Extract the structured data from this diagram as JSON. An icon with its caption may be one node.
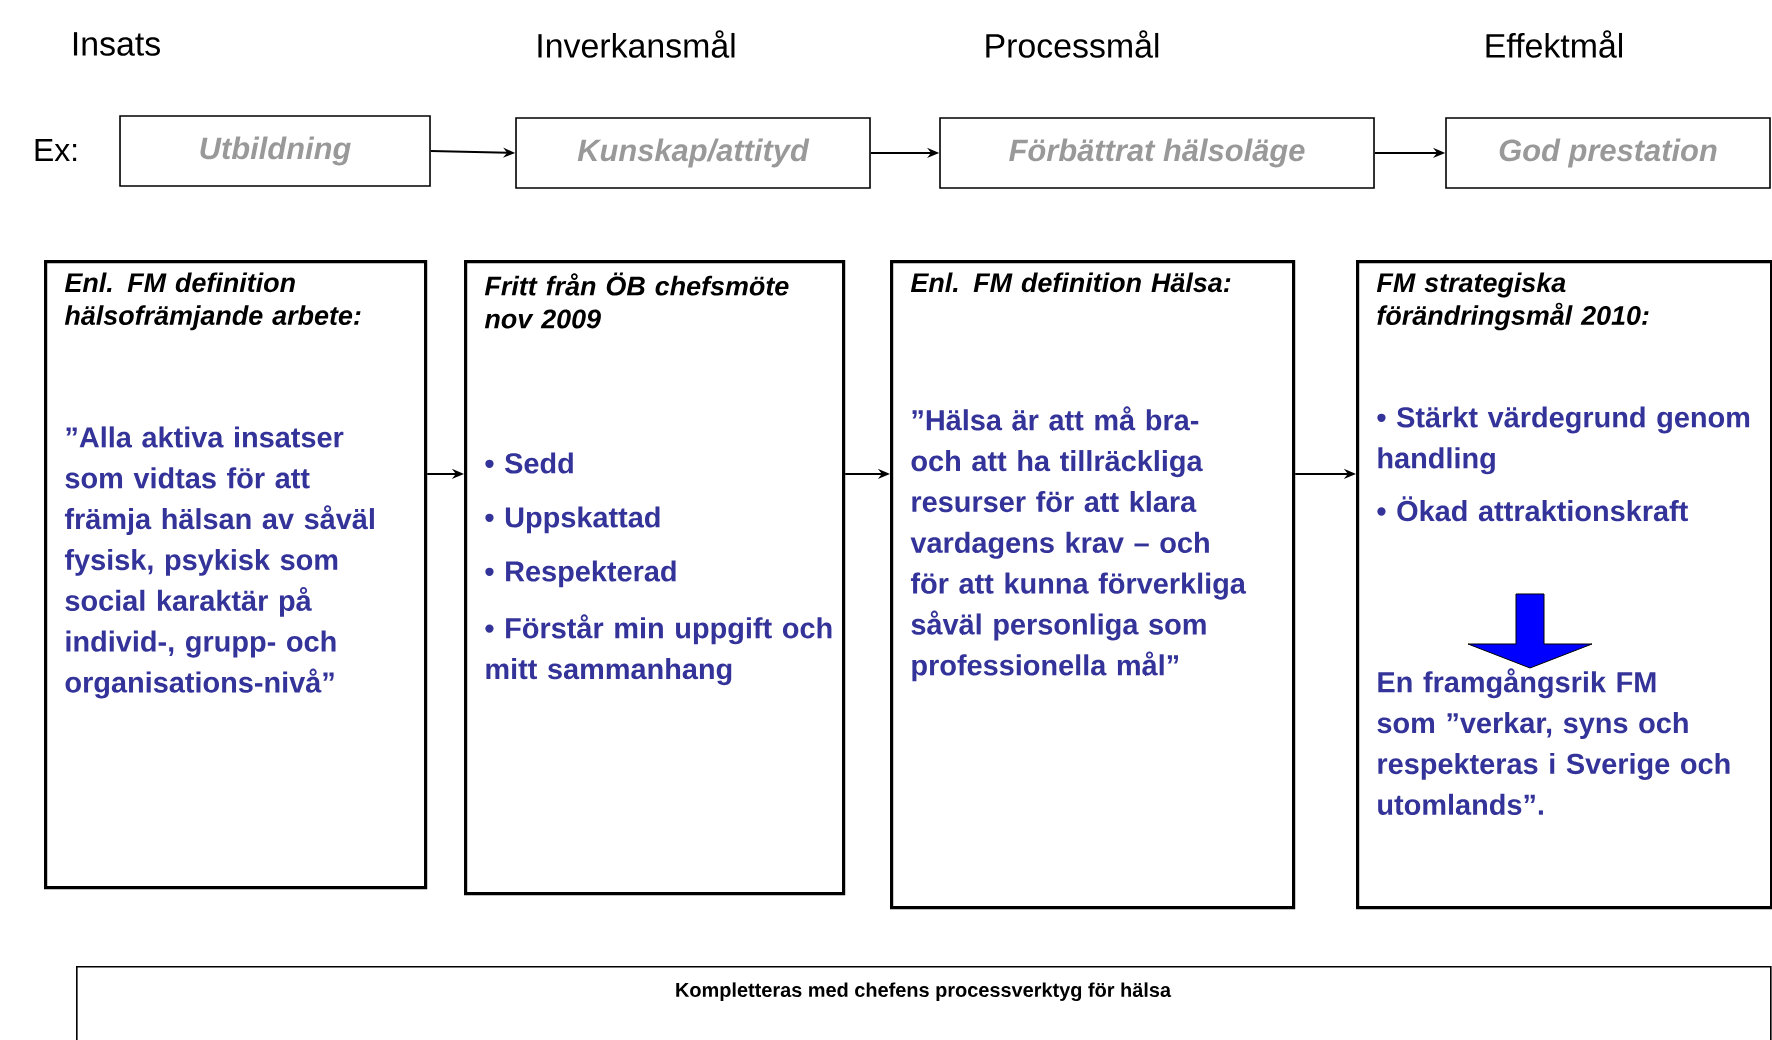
{
  "diagram": {
    "nodes": [
      {
        "text": [
          "Utbildning"
        ]
      },
      {
        "text": [
          "Kunskap/attityd"
        ]
      },
      {
        "text": [
          "Förbättrat hälsoläge"
        ]
      },
      {
        "text": [
          "God prestation"
        ]
      },
      {
        "text": [
          "Enl. FM definition hälsofrämjande arbete:",
          "”Alla aktiva insatser som vidtas för att främja hälsan av såväl fysisk, psykisk som social karaktär på individ-, grupp- och organisations-nivå”"
        ]
      },
      {
        "text": [
          "Fritt från ÖB chefsmöte nov 2009",
          "• Sedd",
          "• Uppskattad",
          "• Respekterad",
          "• Förstår min uppgift och mitt sammanhang"
        ]
      },
      {
        "text": [
          "Enl. FM definition Hälsa:",
          "”Hälsa är att må bra- och att ha tillräckliga resurser för att klara vardagens krav – och för att kunna förverkliga såväl personliga som professionella mål”"
        ]
      },
      {
        "text": [
          "FM strategiska förändringsmål 2010:",
          "• Stärkt värdegrund genom handling",
          "• Ökad attraktionskraft",
          "En framgångsrik FM som ”verkar, syns och respekteras i Sverige och utomlands”."
        ]
      },
      {
        "text": [
          "Kompletteras med chefens processverktyg för hälsa"
        ]
      }
    ],
    "edges": [
      {
        "from": 0,
        "to": 1,
        "arrow": "to"
      },
      {
        "from": 1,
        "to": 2,
        "arrow": "to"
      },
      {
        "from": 2,
        "to": 3,
        "arrow": "to"
      },
      {
        "from": 4,
        "to": 5,
        "arrow": "to"
      },
      {
        "from": 5,
        "to": 6,
        "arrow": "to"
      },
      {
        "from": 6,
        "to": 7,
        "arrow": "to"
      }
    ],
    "labels": [
      "Insats",
      "Inverkansmål",
      "Processmål",
      "Effektmål",
      "Ex:"
    ]
  }
}
